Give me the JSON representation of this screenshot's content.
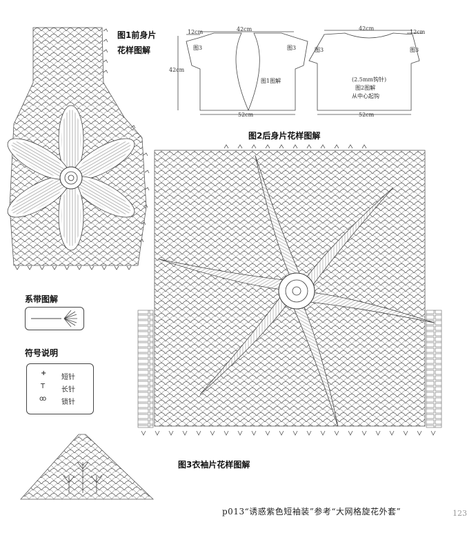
{
  "figures": {
    "fig1_title_line1": "图1前身片",
    "fig1_title_line2": "花样图解",
    "fig2_title": "图2后身片花样图解",
    "fig3_title": "图3衣袖片花样图解"
  },
  "schematic_front": {
    "width_top": "42cm",
    "width_bottom": "52cm",
    "height": "42cm",
    "shoulder": "12cm",
    "sleeve_label": "图3",
    "body_label": "图1图解"
  },
  "schematic_back": {
    "width_top": "42cm",
    "width_bottom": "52cm",
    "shoulder": "12cm",
    "sleeve_label": "图3",
    "hook_label": "(2.5mm钩针)",
    "body_label": "图2图解",
    "start_label": "从中心起钩"
  },
  "tie": {
    "title": "系带图解"
  },
  "legend": {
    "title": "符号说明",
    "items": [
      {
        "symbol": "+",
        "label": "短针"
      },
      {
        "symbol": "T",
        "label": "长针"
      },
      {
        "symbol": "oo",
        "label": "锁针"
      }
    ]
  },
  "footer": {
    "reference": "p013“诱惑紫色短袖装”参考“大网格旋花外套”",
    "page_number": "123"
  }
}
